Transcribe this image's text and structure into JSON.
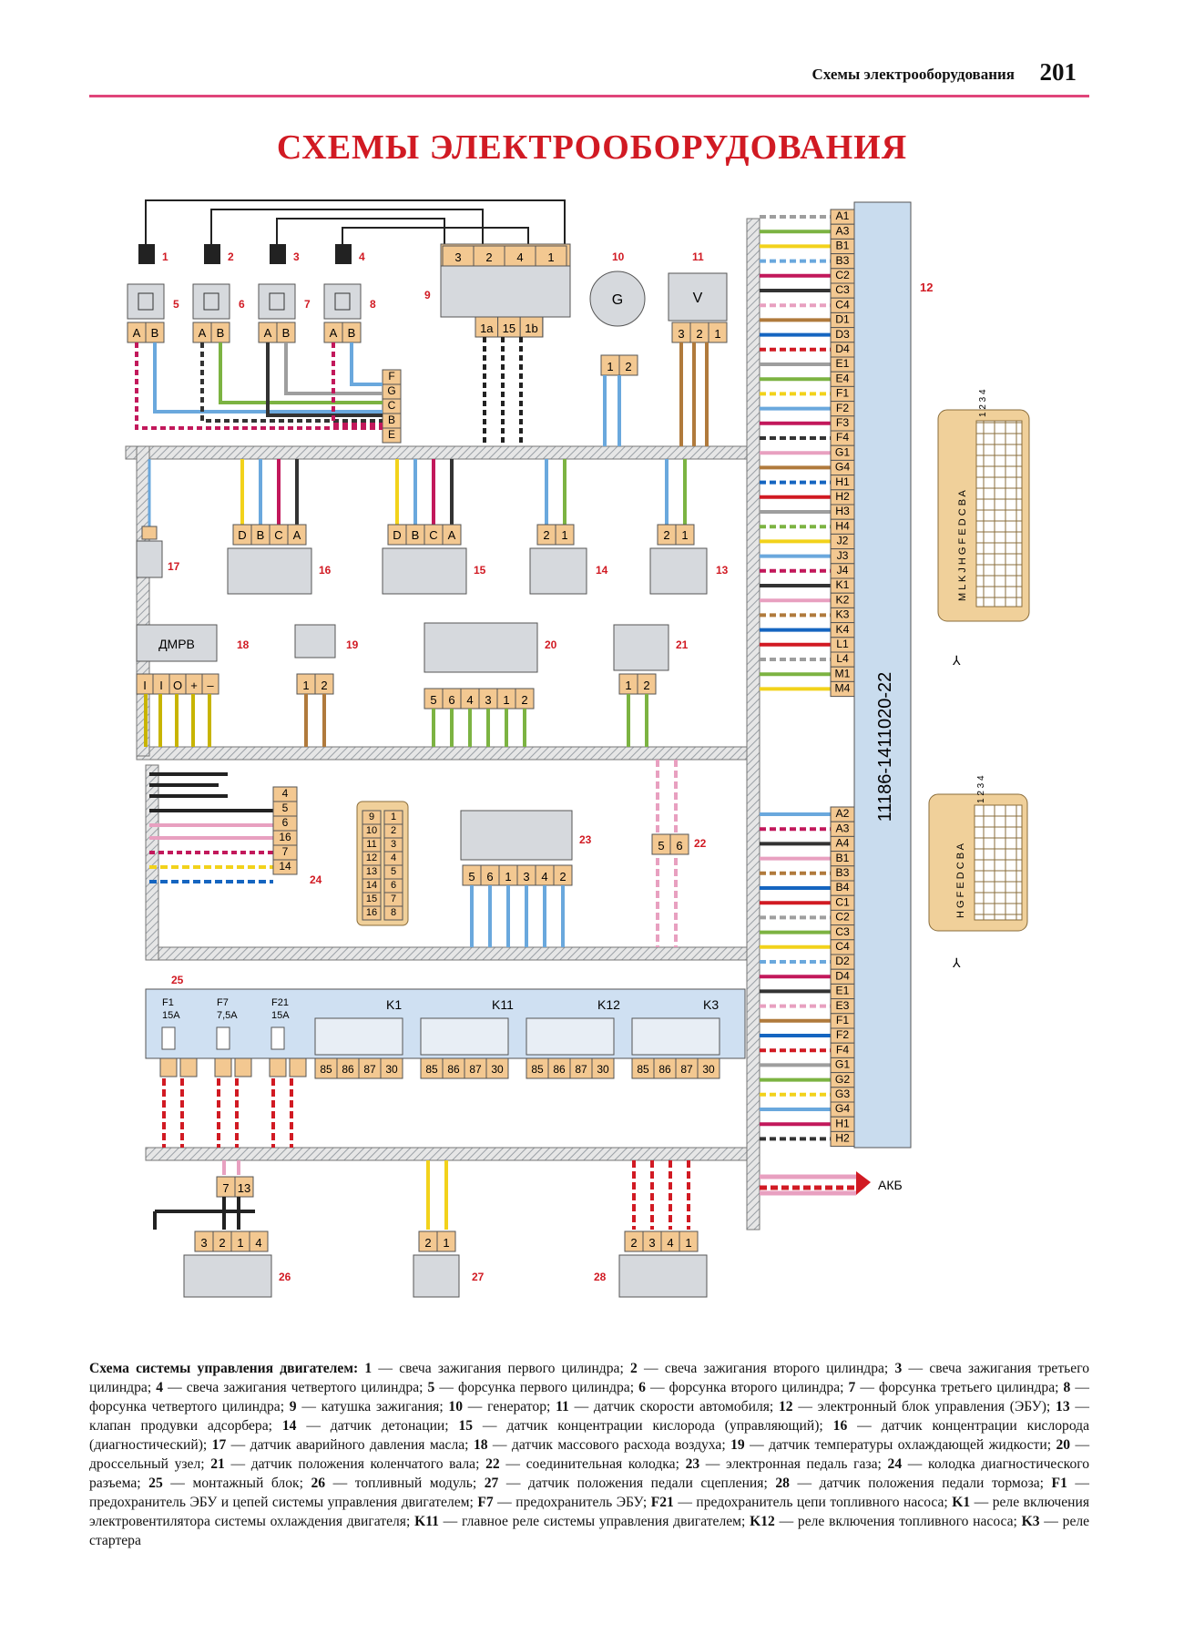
{
  "header": {
    "section": "Схемы электрооборудования",
    "page": "201"
  },
  "title": "СХЕМЫ ЭЛЕКТРООБОРУДОВАНИЯ",
  "colors": {
    "accent": "#d11a23",
    "rule": "#e0457a",
    "connector": "#f3c891",
    "component": "#d6d9dd",
    "ecu": "#c9dcee",
    "mountblock": "#cfe0f2"
  },
  "ecu": {
    "part_number": "11186-1411020-22",
    "pins_top": [
      "A1",
      "A3",
      "B1",
      "B3",
      "C2",
      "C3",
      "C4",
      "D1",
      "D3",
      "D4",
      "E1",
      "E4",
      "F1",
      "F2",
      "F3",
      "F4",
      "G1",
      "G4",
      "H1",
      "H2",
      "H3",
      "H4",
      "J2",
      "J3",
      "J4",
      "K1",
      "K2",
      "K3",
      "K4",
      "L1",
      "L4",
      "M1",
      "M4"
    ],
    "pins_bottom": [
      "A2",
      "A3",
      "A4",
      "B1",
      "B3",
      "B4",
      "C1",
      "C2",
      "C3",
      "C4",
      "D2",
      "D4",
      "E1",
      "E3",
      "F1",
      "F2",
      "F4",
      "G1",
      "G2",
      "G3",
      "G4",
      "H1",
      "H2"
    ],
    "socket_top_letters": "M L K J H G F E D C B A",
    "socket_top_numbers": "1 2 3 4",
    "socket_bottom_letters": "H G F E D C B A",
    "socket_bottom_numbers": "1 2 3 4"
  },
  "labels": {
    "n1": "1",
    "n2": "2",
    "n3": "3",
    "n4": "4",
    "n5": "5",
    "n6": "6",
    "n7": "7",
    "n8": "8",
    "n9": "9",
    "n10": "10",
    "n11": "11",
    "n12": "12",
    "n13": "13",
    "n14": "14",
    "n15": "15",
    "n16": "16",
    "n17": "17",
    "n18": "18",
    "n19": "19",
    "n20": "20",
    "n21": "21",
    "n22": "22",
    "n23": "23",
    "n24": "24",
    "n25": "25",
    "n26": "26",
    "n27": "27",
    "n28": "28",
    "generator": "G",
    "speed": "V",
    "dmrv": "ДМРВ",
    "akb": "АКБ"
  },
  "connectors": {
    "injector": [
      "A",
      "B"
    ],
    "coil_top": [
      "3",
      "2",
      "4",
      "1"
    ],
    "coil_bottom": [
      "1a",
      "15",
      "1b"
    ],
    "generator": [
      "1",
      "2"
    ],
    "speed": [
      "3",
      "2",
      "1"
    ],
    "o2": [
      "D",
      "B",
      "C",
      "A"
    ],
    "pair21": [
      "2",
      "1"
    ],
    "dmrv": [
      "I",
      "I",
      "O",
      "+",
      "–"
    ],
    "pair12": [
      "1",
      "2"
    ],
    "throttle": [
      "5",
      "6",
      "4",
      "3",
      "1",
      "2"
    ],
    "pedal": [
      "5",
      "6",
      "1",
      "3",
      "4",
      "2"
    ],
    "junction22": [
      "5",
      "6"
    ],
    "diag": [
      "4",
      "5",
      "6",
      "16",
      "7",
      "14"
    ],
    "diag_left": [
      "9",
      "10",
      "11",
      "12",
      "13",
      "14",
      "15",
      "16"
    ],
    "diag_right": [
      "1",
      "2",
      "3",
      "4",
      "5",
      "6",
      "7",
      "8"
    ],
    "harness": [
      "F",
      "G",
      "C",
      "B",
      "E"
    ],
    "pump": [
      "3",
      "2",
      "1",
      "4"
    ],
    "junction713": [
      "7",
      "13"
    ],
    "brake": [
      "2",
      "3",
      "4",
      "1"
    ]
  },
  "mountblock": {
    "fuses": [
      {
        "name": "F1",
        "rating": "15A"
      },
      {
        "name": "F7",
        "rating": "7,5A"
      },
      {
        "name": "F21",
        "rating": "15A"
      }
    ],
    "relays": [
      "K1",
      "K11",
      "K12",
      "K3"
    ],
    "relay_pins": [
      "85",
      "86",
      "87",
      "30"
    ]
  },
  "caption": {
    "lead": "Схема системы управления двигателем:",
    "items": [
      {
        "n": "1",
        "t": "свеча зажигания первого цилиндра;"
      },
      {
        "n": "2",
        "t": "свеча зажигания второго цилиндра;"
      },
      {
        "n": "3",
        "t": "свеча зажигания третьего цилиндра;"
      },
      {
        "n": "4",
        "t": "свеча зажигания четвертого цилиндра;"
      },
      {
        "n": "5",
        "t": "форсунка первого цилиндра;"
      },
      {
        "n": "6",
        "t": "форсунка второго цилиндра;"
      },
      {
        "n": "7",
        "t": "форсунка третьего цилиндра;"
      },
      {
        "n": "8",
        "t": "форсунка четвертого цилиндра;"
      },
      {
        "n": "9",
        "t": "катушка зажигания;"
      },
      {
        "n": "10",
        "t": "генератор;"
      },
      {
        "n": "11",
        "t": "датчик скорости автомобиля;"
      },
      {
        "n": "12",
        "t": "электронный блок управления (ЭБУ);"
      },
      {
        "n": "13",
        "t": "клапан продувки адсорбера;"
      },
      {
        "n": "14",
        "t": "датчик детонации;"
      },
      {
        "n": "15",
        "t": "датчик концентрации кислорода (управляющий);"
      },
      {
        "n": "16",
        "t": "датчик концентрации кислорода (диагностический);"
      },
      {
        "n": "17",
        "t": "датчик аварийного давления масла;"
      },
      {
        "n": "18",
        "t": "датчик массового расхода воздуха;"
      },
      {
        "n": "19",
        "t": "датчик температуры охлаждающей жидкости;"
      },
      {
        "n": "20",
        "t": "дроссельный узел;"
      },
      {
        "n": "21",
        "t": "датчик положения коленчатого вала;"
      },
      {
        "n": "22",
        "t": "соединительная колодка;"
      },
      {
        "n": "23",
        "t": "электронная педаль газа;"
      },
      {
        "n": "24",
        "t": "колодка диагностического разъема;"
      },
      {
        "n": "25",
        "t": "монтажный блок;"
      },
      {
        "n": "26",
        "t": "топливный модуль;"
      },
      {
        "n": "27",
        "t": "датчик положения педали сцепления;"
      },
      {
        "n": "28",
        "t": "датчик положения педали тормоза;"
      },
      {
        "n": "F1",
        "t": "предохранитель ЭБУ и цепей системы управления двигателем;"
      },
      {
        "n": "F7",
        "t": "предохранитель ЭБУ;"
      },
      {
        "n": "F21",
        "t": "предохранитель цепи топливного насоса;"
      },
      {
        "n": "K1",
        "t": "реле включения электровентилятора системы охлаждения двигателя;"
      },
      {
        "n": "K11",
        "t": "главное реле системы управления двигателем;"
      },
      {
        "n": "K12",
        "t": "реле включения топливного насоса;"
      },
      {
        "n": "K3",
        "t": "реле стартера"
      }
    ]
  }
}
